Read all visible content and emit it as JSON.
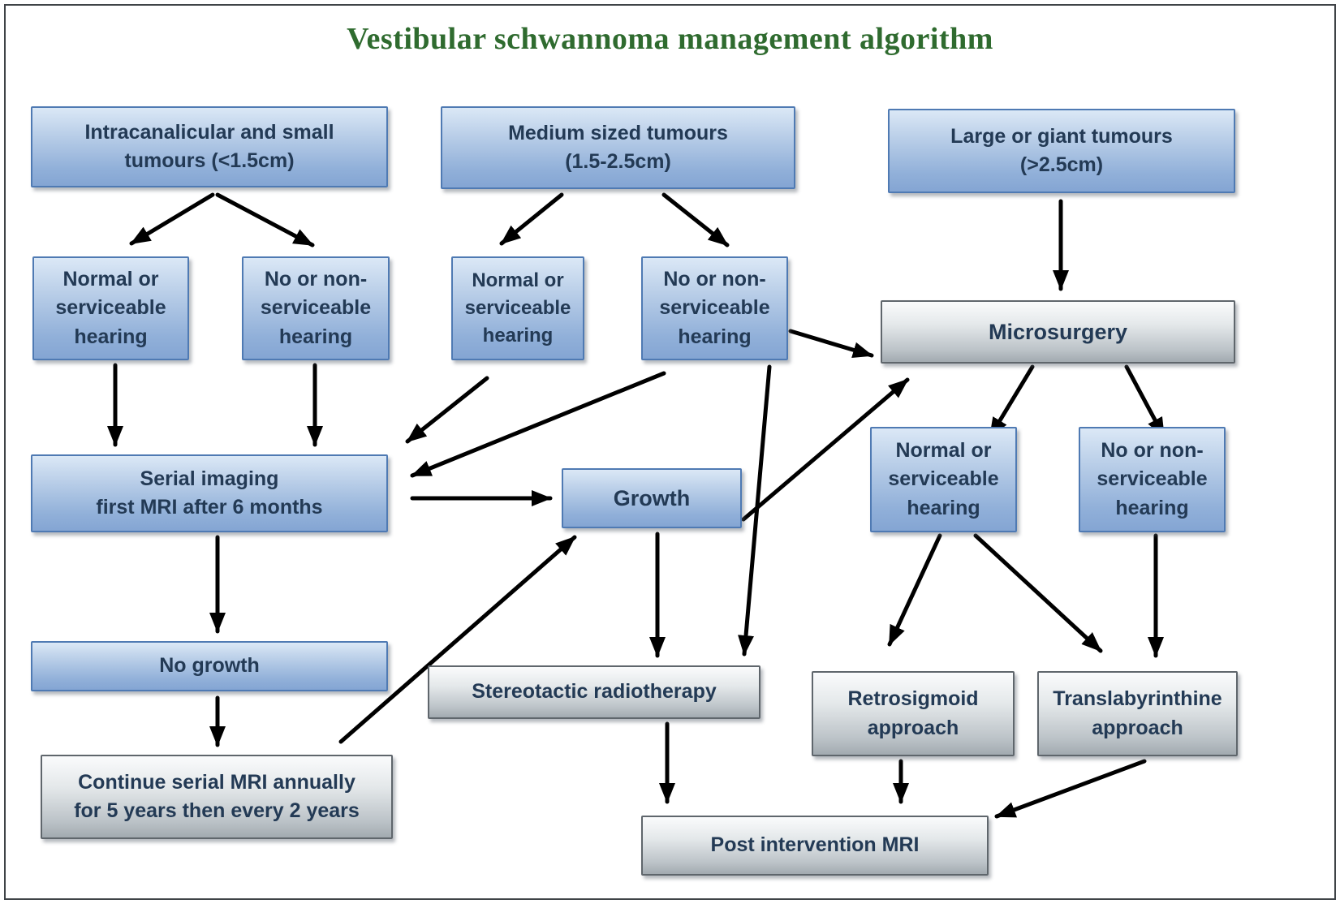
{
  "title": "Vestibular schwannoma management algorithm",
  "colors": {
    "title_green": "#2f6b2f",
    "node_text": "#233a55",
    "blue_box_border": "#4f7ab3",
    "gray_box_border": "#5f666c",
    "arrow": "#000000",
    "background": "#ffffff"
  },
  "nodes": {
    "small_tumours": {
      "label": "Intracanalicular and small\ntumours (<1.5cm)"
    },
    "medium_tumours": {
      "label": "Medium sized tumours\n(1.5-2.5cm)"
    },
    "large_tumours": {
      "label": "Large or giant tumours\n(>2.5cm)"
    },
    "normal_hearing_small": {
      "label": "Normal or\nserviceable\nhearing"
    },
    "no_hearing_small": {
      "label": "No or non-\nserviceable\nhearing"
    },
    "normal_hearing_medium": {
      "label": "Normal or\nserviceable\nhearing"
    },
    "no_hearing_medium": {
      "label": "No or non-\nserviceable\nhearing"
    },
    "microsurgery": {
      "label": "Microsurgery"
    },
    "serial_imaging": {
      "label": "Serial imaging\nfirst MRI after 6 months"
    },
    "growth": {
      "label": "Growth"
    },
    "no_growth": {
      "label": "No growth"
    },
    "continue_mri": {
      "label": "Continue serial MRI annually\nfor 5 years then every 2 years"
    },
    "stereotactic": {
      "label": "Stereotactic radiotherapy"
    },
    "normal_hearing_post": {
      "label": "Normal or\nserviceable\nhearing"
    },
    "no_hearing_post": {
      "label": "No or non-\nserviceable\nhearing"
    },
    "retrosigmoid": {
      "label": "Retrosigmoid\napproach"
    },
    "translabyrinthine": {
      "label": "Translabyrinthine\napproach"
    },
    "post_mri": {
      "label": "Post intervention MRI"
    }
  },
  "edges": [
    {
      "from": "small_tumours",
      "to": "normal_hearing_small"
    },
    {
      "from": "small_tumours",
      "to": "no_hearing_small"
    },
    {
      "from": "medium_tumours",
      "to": "normal_hearing_medium"
    },
    {
      "from": "medium_tumours",
      "to": "no_hearing_medium"
    },
    {
      "from": "large_tumours",
      "to": "microsurgery"
    },
    {
      "from": "normal_hearing_small",
      "to": "serial_imaging"
    },
    {
      "from": "no_hearing_small",
      "to": "serial_imaging"
    },
    {
      "from": "normal_hearing_medium",
      "to": "serial_imaging"
    },
    {
      "from": "no_hearing_medium",
      "to": "serial_imaging"
    },
    {
      "from": "no_hearing_medium",
      "to": "microsurgery"
    },
    {
      "from": "no_hearing_medium",
      "to": "stereotactic"
    },
    {
      "from": "serial_imaging",
      "to": "growth"
    },
    {
      "from": "serial_imaging",
      "to": "no_growth"
    },
    {
      "from": "no_growth",
      "to": "continue_mri"
    },
    {
      "from": "continue_mri",
      "to": "growth"
    },
    {
      "from": "growth",
      "to": "stereotactic"
    },
    {
      "from": "growth",
      "to": "microsurgery"
    },
    {
      "from": "microsurgery",
      "to": "normal_hearing_post"
    },
    {
      "from": "microsurgery",
      "to": "no_hearing_post"
    },
    {
      "from": "normal_hearing_post",
      "to": "retrosigmoid"
    },
    {
      "from": "normal_hearing_post",
      "to": "translabyrinthine"
    },
    {
      "from": "no_hearing_post",
      "to": "translabyrinthine"
    },
    {
      "from": "stereotactic",
      "to": "post_mri"
    },
    {
      "from": "retrosigmoid",
      "to": "post_mri"
    },
    {
      "from": "translabyrinthine",
      "to": "post_mri"
    }
  ]
}
